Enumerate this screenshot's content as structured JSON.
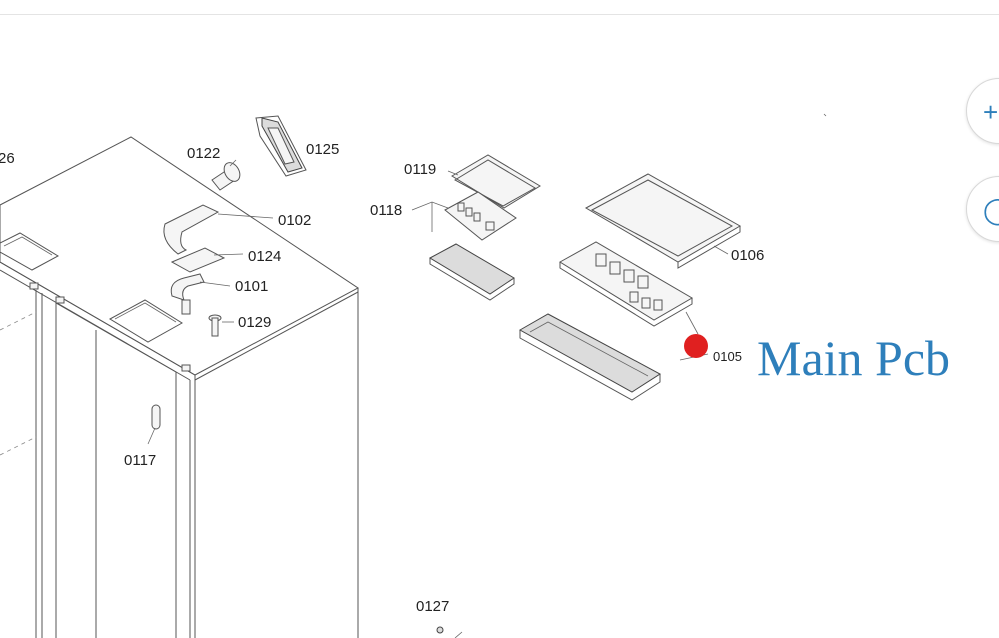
{
  "diagram": {
    "part_labels": {
      "p0126": "26",
      "p0122": "0122",
      "p0125": "0125",
      "p0102": "0102",
      "p0124": "0124",
      "p0101": "0101",
      "p0129": "0129",
      "p0117": "0117",
      "p0119": "0119",
      "p0118": "0118",
      "p0106": "0106",
      "p0105": "0105",
      "p0127": "0127"
    },
    "annotation": {
      "text": "Main Pcb",
      "color": "#2e7fbb",
      "marker_color": "#e02020"
    }
  },
  "zoom_controls": {
    "zoom_in_icon": "plus-icon",
    "zoom_reset_icon": "circle-icon"
  }
}
